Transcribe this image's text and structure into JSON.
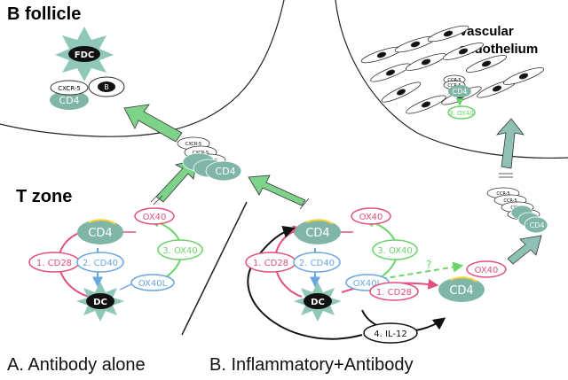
{
  "labels": {
    "b_follicle": "B follicle",
    "t_zone": "T zone",
    "vascular_line1": "Vascular",
    "vascular_line2": "endothelium",
    "fdc": "FDC",
    "b": "B",
    "cd4": "CD4",
    "cxcr5": "CXCR-5",
    "ccr5": "CCR-5",
    "dc": "DC",
    "ox40": "OX40",
    "ox40l": "OX40L",
    "step1_cd28": "1. CD28",
    "step2_cd40": "2. CD40",
    "step3_ox40": "3. OX40",
    "step4_il12": "4. IL-12",
    "question": "?"
  },
  "captions": {
    "panel_a": "A.  Antibody alone",
    "panel_b": "B.  Inflammatory+Antibody"
  },
  "colors": {
    "cd4_fill": "#7fb6a8",
    "green_arrow": "#7ed38a",
    "teal_arrow": "#8fc0b6",
    "pink": "#e0507a",
    "blue": "#6aa6e0",
    "green": "#6ad36a",
    "dc_fill": "#7fb6a8",
    "black": "#111111"
  }
}
